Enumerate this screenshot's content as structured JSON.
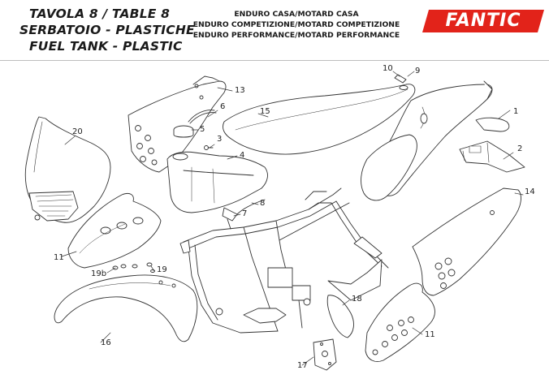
{
  "header": {
    "title_lines": [
      "TAVOLA 8  /  TABLE 8",
      "SERBATOIO - PLASTICHE",
      "FUEL TANK - PLASTIC"
    ],
    "edition_lines": [
      "ENDURO CASA/MOTARD CASA",
      "ENDURO COMPETIZIONE/MOTARD COMPETIZIONE",
      "ENDURO PERFORMANCE/MOTARD PERFORMANCE"
    ],
    "brand": "FANTIC",
    "brand_color": "#e2231a"
  },
  "callouts": [
    "20",
    "13",
    "6",
    "5",
    "3",
    "4",
    "15",
    "10",
    "9",
    "1",
    "2",
    "14",
    "7",
    "8",
    "11",
    "19b",
    "19",
    "18",
    "16",
    "17",
    "11"
  ]
}
